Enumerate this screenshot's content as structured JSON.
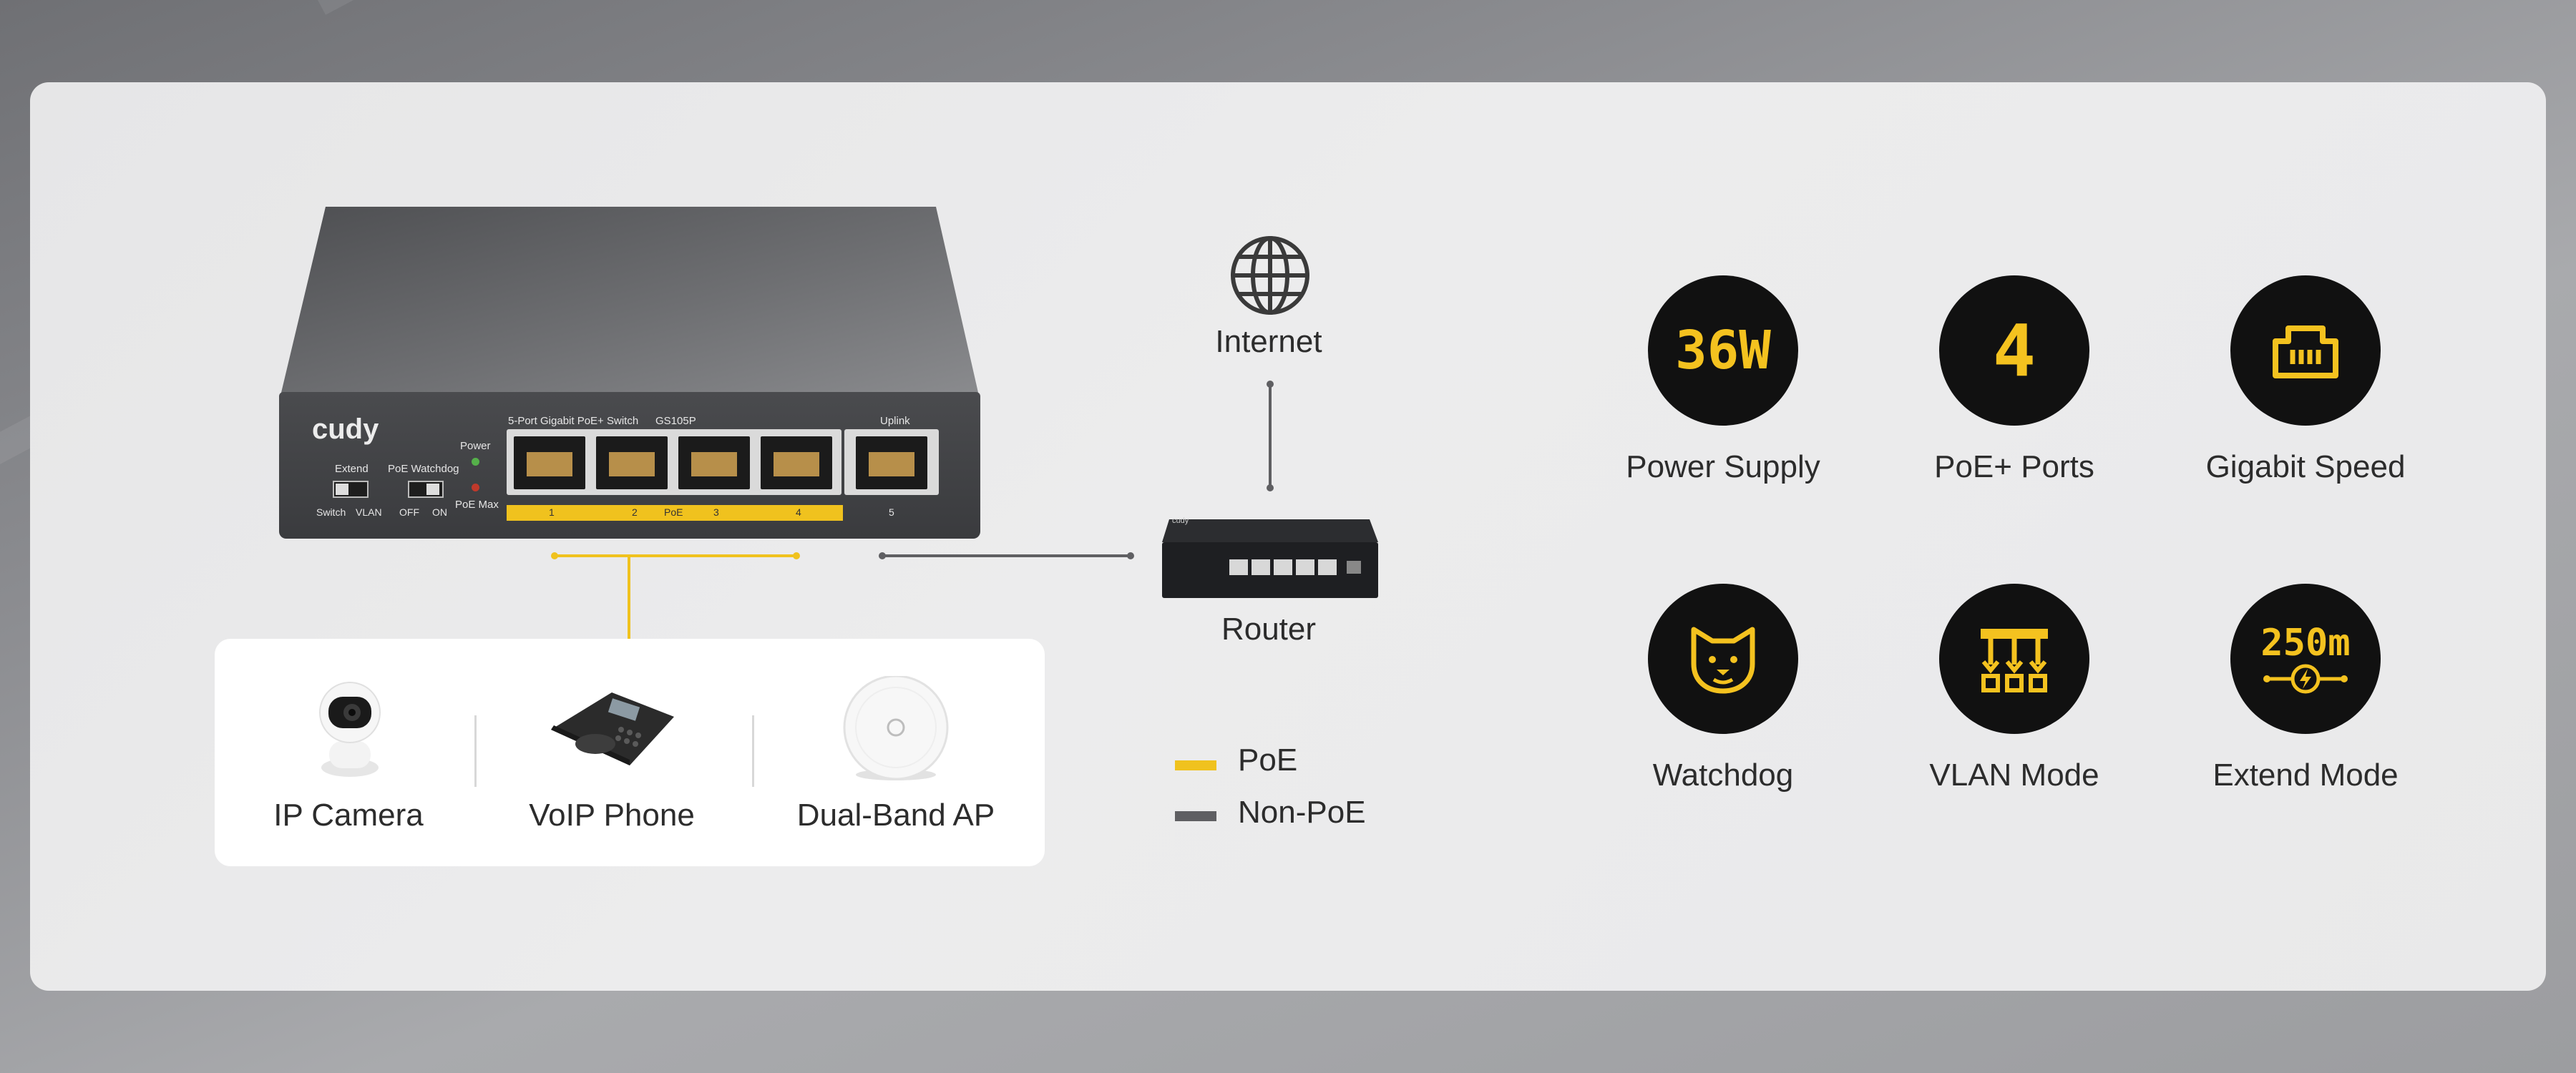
{
  "colors": {
    "poe": "#f0c21e",
    "non_poe": "#5f5f62",
    "circle_bg": "#111111",
    "icon_accent": "#f4c21f"
  },
  "switch": {
    "brand": "cudy",
    "title": "5-Port Gigabit PoE+ Switch",
    "model": "GS105P",
    "uplink_label": "Uplink",
    "power_label": "Power",
    "poe_max_label": "PoE Max",
    "extend_label": "Extend",
    "watchdog_label": "PoE Watchdog",
    "switch_label": "Switch",
    "vlan_label": "VLAN",
    "off_label": "OFF",
    "on_label": "ON",
    "port_numbers": [
      "1",
      "2",
      "3",
      "4",
      "5"
    ],
    "poe_strip_label": "PoE"
  },
  "network": {
    "internet_label": "Internet",
    "router_label": "Router",
    "router_brand": "cudy"
  },
  "devices": [
    {
      "label": "IP Camera",
      "icon": "ip-camera-icon"
    },
    {
      "label": "VoIP Phone",
      "icon": "voip-phone-icon"
    },
    {
      "label": "Dual-Band AP",
      "icon": "access-point-icon"
    }
  ],
  "legend": {
    "poe": "PoE",
    "non_poe": "Non-PoE"
  },
  "features": [
    {
      "label": "Power Supply",
      "value": "36W",
      "icon": "power-supply-icon"
    },
    {
      "label": "PoE+ Ports",
      "value": "4",
      "icon": "poe-ports-icon"
    },
    {
      "label": "Gigabit Speed",
      "icon": "ethernet-port-icon"
    },
    {
      "label": "Watchdog",
      "icon": "dog-face-icon"
    },
    {
      "label": "VLAN Mode",
      "icon": "vlan-tree-icon"
    },
    {
      "label": "Extend Mode",
      "value": "250m",
      "icon": "extend-distance-icon"
    }
  ]
}
